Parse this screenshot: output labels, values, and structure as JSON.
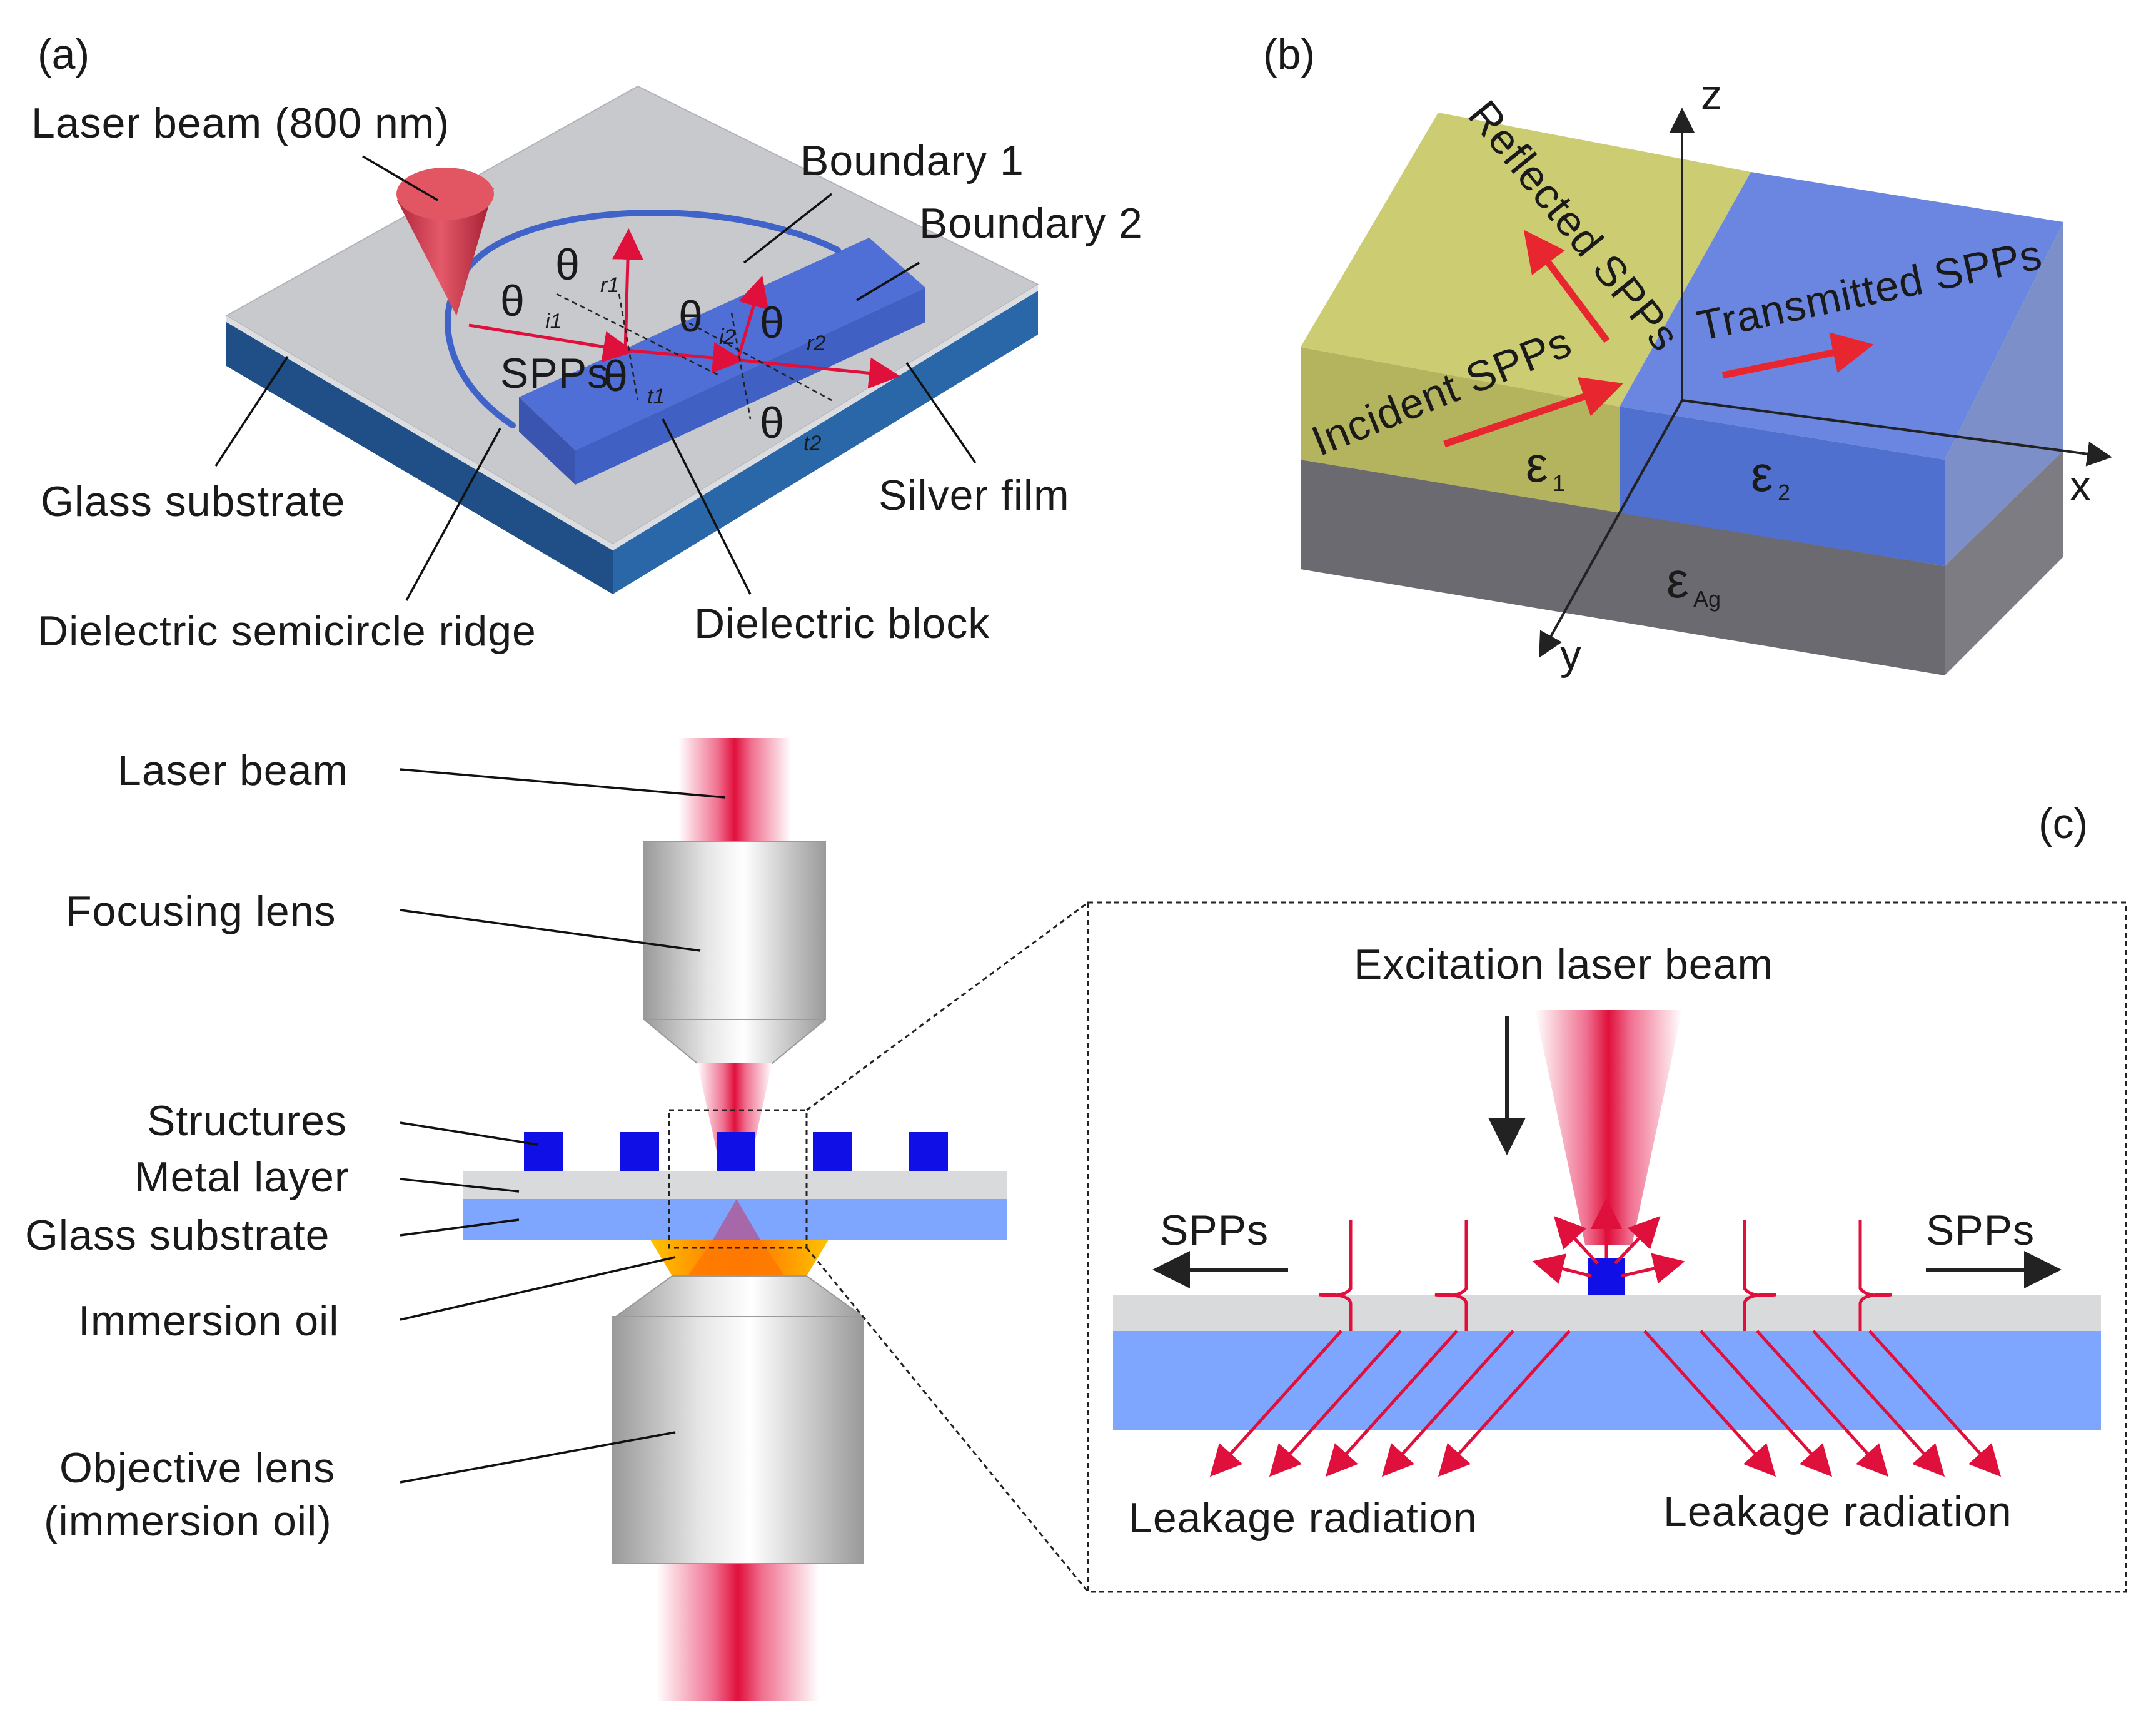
{
  "panel_a": {
    "tag": "(a)",
    "laser": "Laser beam (800 nm)",
    "boundary1": "Boundary 1",
    "boundary2": "Boundary 2",
    "glass": "Glass substrate",
    "silver": "Silver film",
    "ridge": "Dielectric semicircle ridge",
    "block": "Dielectric block",
    "spps": "SPPs",
    "theta": "θ",
    "sub_i1": "i1",
    "sub_r1": "r1",
    "sub_i2": "i2",
    "sub_r2": "r2",
    "sub_t1": "t1",
    "sub_t2": "t2"
  },
  "panel_b": {
    "tag": "(b)",
    "reflected": "Reflected SPPs",
    "incident": "Incident SPPs",
    "transmitted": "Transmitted SPPs",
    "eps": "ε",
    "sub1": "1",
    "sub2": "2",
    "subAg": "Ag",
    "axis_x": "x",
    "axis_y": "y",
    "axis_z": "z"
  },
  "panel_c": {
    "tag": "(c)",
    "laser": "Laser beam",
    "focusing": "Focusing lens",
    "structures": "Structures",
    "metal": "Metal layer",
    "glass": "Glass substrate",
    "oil": "Immersion oil",
    "objective_1": "Objective lens",
    "objective_2": "(immersion oil)",
    "excitation": "Excitation laser beam",
    "spps_left": "SPPs",
    "spps_right": "SPPs",
    "leak_left": "Leakage radiation",
    "leak_right": "Leakage radiation"
  },
  "colors": {
    "silver": "#c8c9cd",
    "glass": "#7fa6ff",
    "substrate_dark": "#1f4f86",
    "block_blue": "#4f6fd6",
    "yellow_region": "#c9c96a",
    "laser_red": "#e0103c",
    "structure_blue": "#1010e6",
    "oil_orange": "#ff7a00"
  }
}
